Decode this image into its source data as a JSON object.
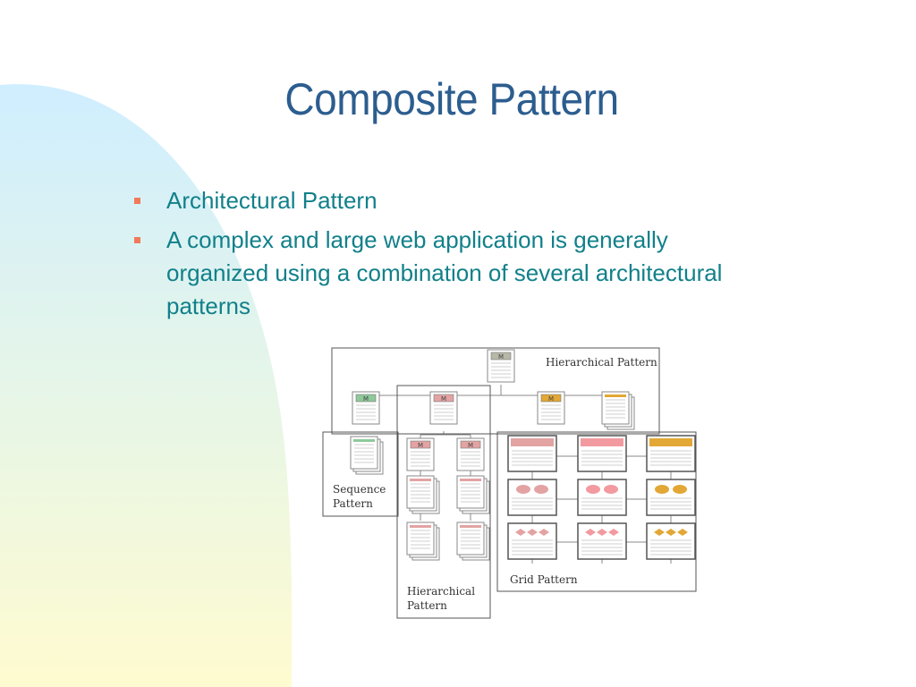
{
  "slide": {
    "title": "Composite Pattern",
    "bullets": [
      "Architectural Pattern",
      "A complex and large web application is generally organized using a combination of several architectural patterns"
    ]
  },
  "diagram": {
    "labels": {
      "hierarchical_top": "Hierarchical Pattern",
      "sequence": [
        "Sequence",
        "Pattern"
      ],
      "hierarchical_left": [
        "Hierarchical",
        "Pattern"
      ],
      "grid": "Grid Pattern"
    },
    "node_tag": "M",
    "colors": {
      "gray": "#b8b8a8",
      "green": "#8fc99a",
      "pink": "#e3a3a3",
      "orange": "#e2a735",
      "bright_pink": "#f29aa0",
      "line": "#8a8a8a"
    }
  }
}
